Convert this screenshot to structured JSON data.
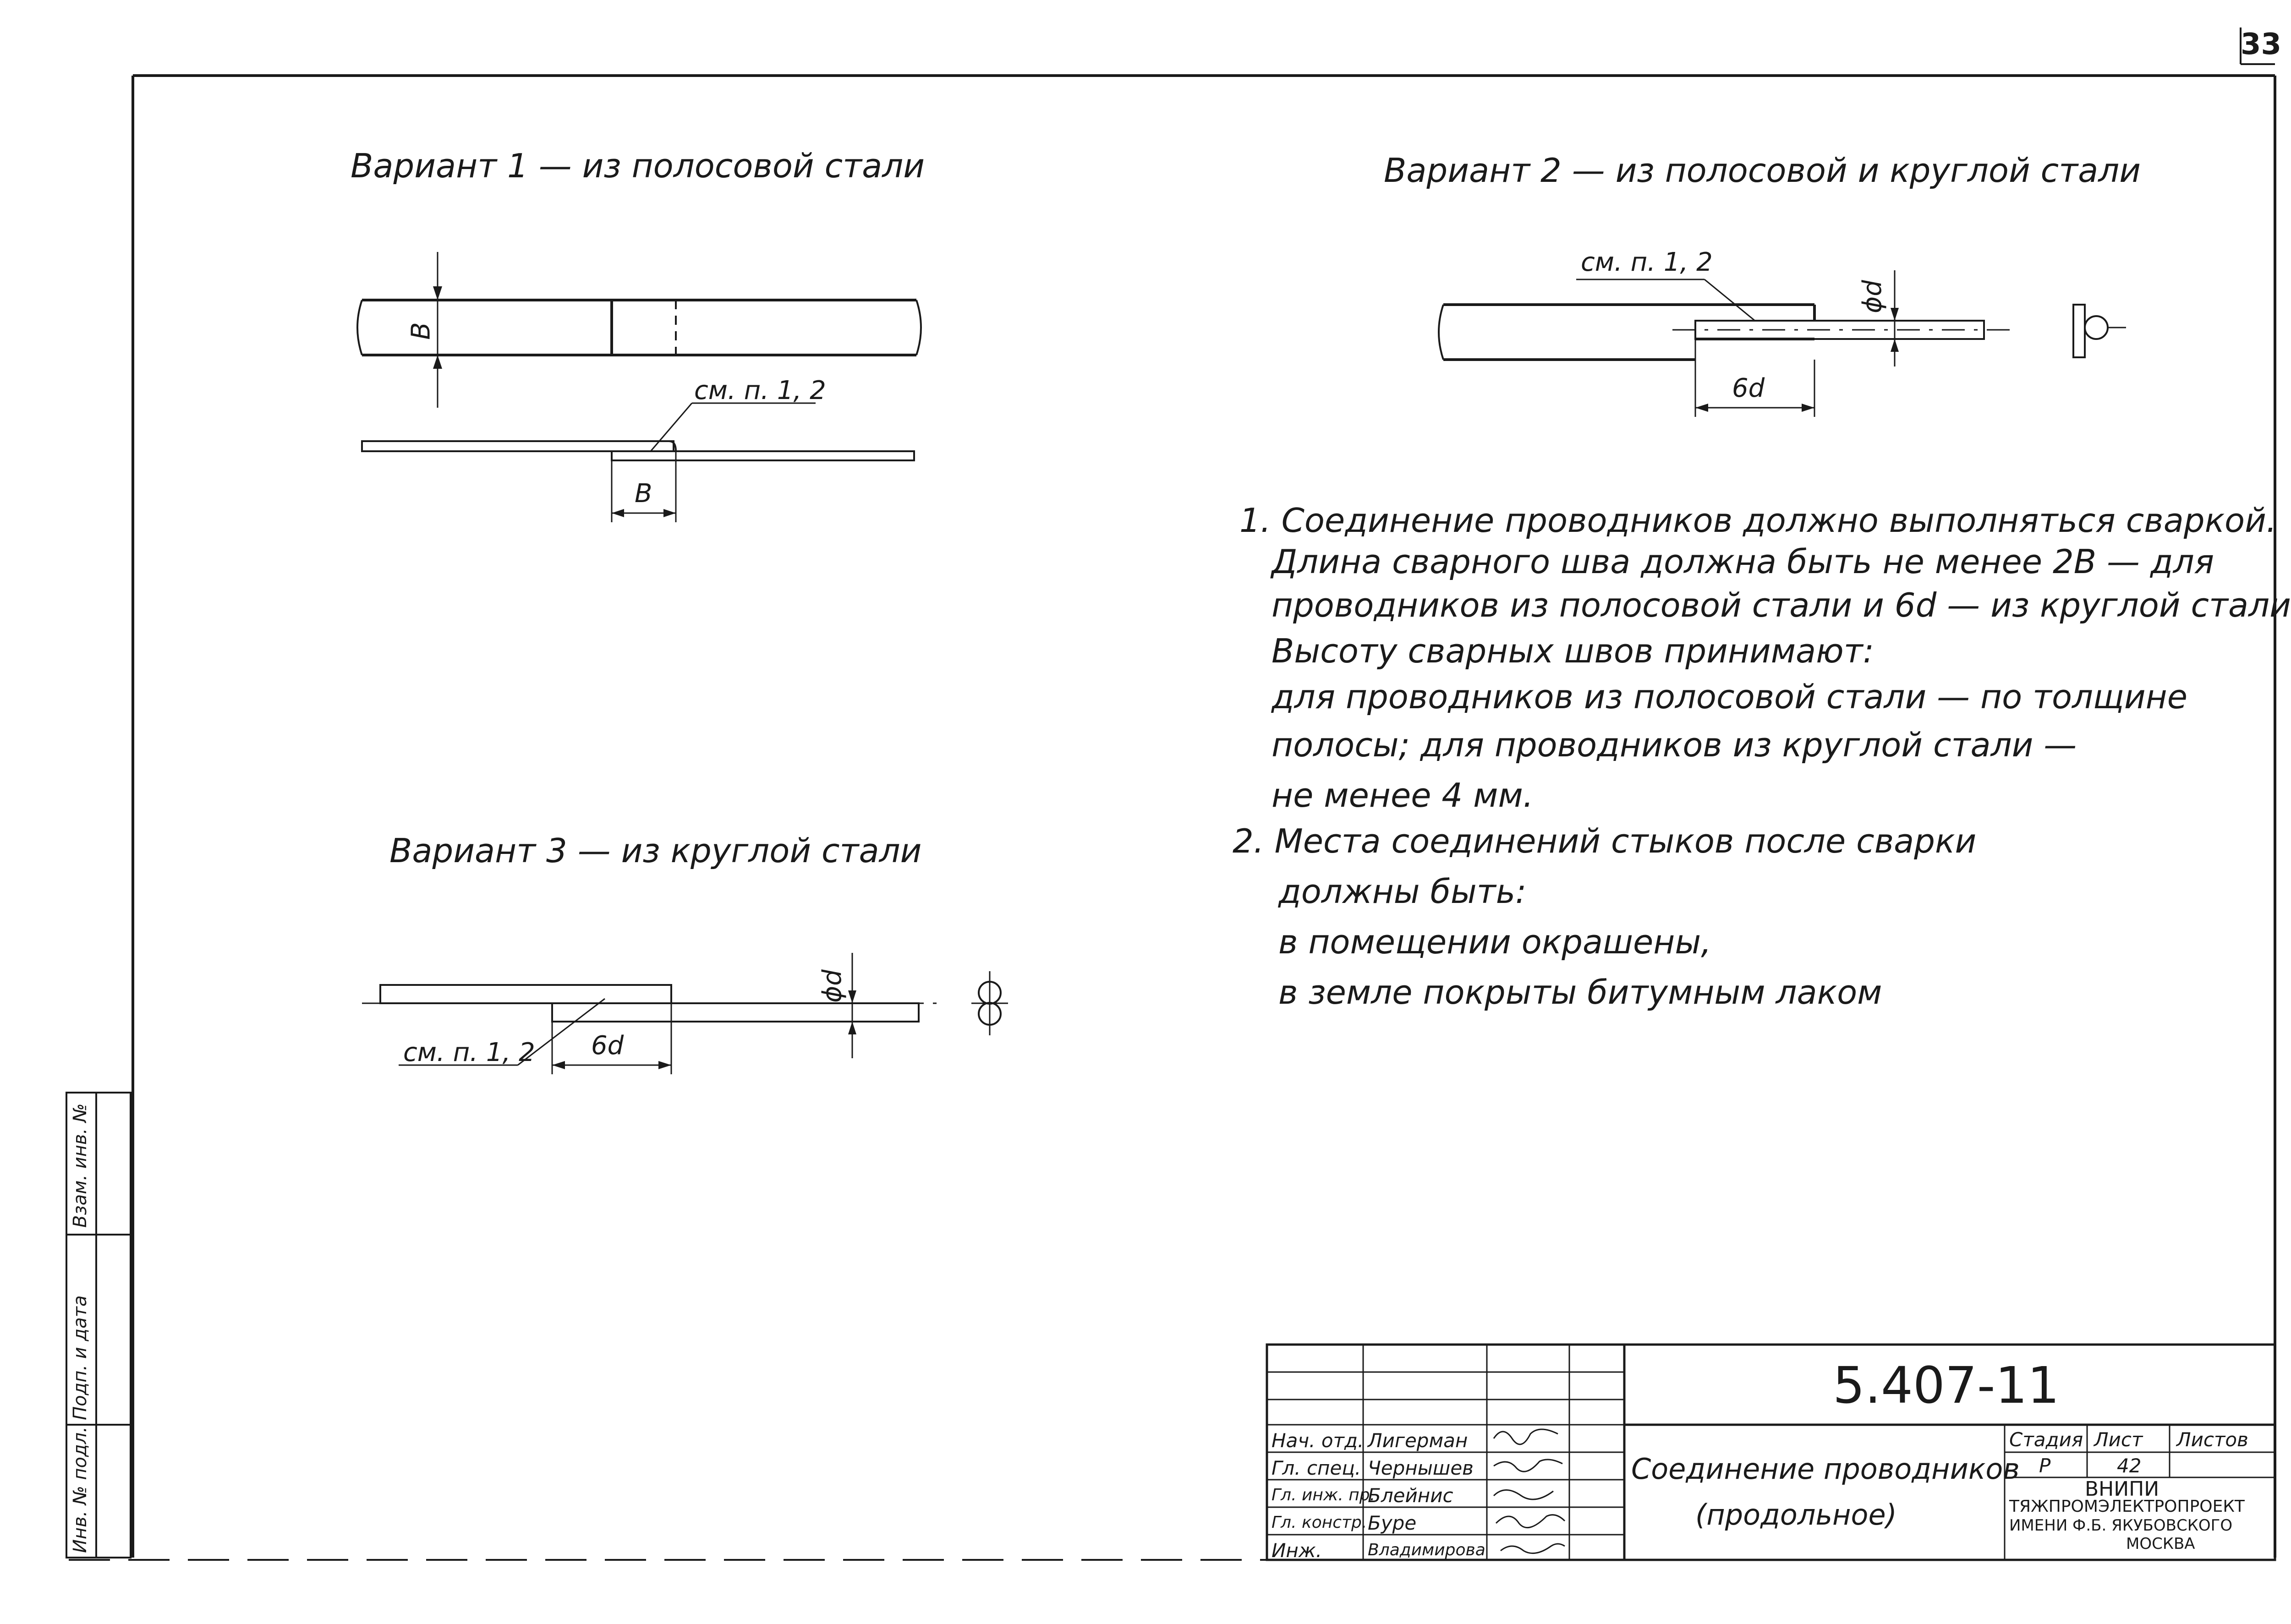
{
  "sheet_corner_number": "33",
  "variants": {
    "v1_title": "Вариант 1 — из полосовой стали",
    "v2_title": "Вариант 2 — из полосовой и круглой стали",
    "v3_title": "Вариант 3 — из круглой стали"
  },
  "dimension_labels": {
    "b_vertical": "В",
    "b_horizontal": "В",
    "ref_v1": "см. п. 1, 2",
    "ref_v2": "см. п. 1, 2",
    "ref_v3": "см. п. 1, 2",
    "d_v2": "ϕd",
    "d_v3": "ϕd",
    "six_d_v2": "6d",
    "six_d_v3": "6d"
  },
  "notes": [
    "1. Соединение проводников должно выполняться сваркой.",
    "Длина сварного шва должна быть не менее 2В — для",
    "проводников из полосовой стали и 6d — из круглой стали.",
    "Высоту сварных швов принимают:",
    "для проводников из полосовой стали — по толщине",
    "полосы; для проводников из круглой стали —",
    "не менее 4 мм.",
    "2. Места соединений стыков после сварки",
    "должны быть:",
    "в помещении окрашены,",
    "в земле покрыты битумным лаком"
  ],
  "sidebar": {
    "inv_podl": "Инв. № подл.",
    "podp_data": "Подп. и дата",
    "vzam_inv": "Взам. инв. №"
  },
  "title_block": {
    "doc_code": "5.407-11",
    "title_line1": "Соединение проводников",
    "title_line2": "(продольное)",
    "roles": [
      "Нач. отд.",
      "Гл. спец.",
      "Гл. инж. пр.",
      "Гл. констр.",
      "Инж."
    ],
    "names": [
      "Лигерман",
      "Чернышев",
      "Блейнис",
      "Буре",
      "Владимирова"
    ],
    "col_stage": "Стадия",
    "col_sheet": "Лист",
    "col_sheets": "Листов",
    "stage_value": "Р",
    "sheet_value": "42",
    "org_line1": "ВНИПИ",
    "org_line2": "ТЯЖПРОМЭЛЕКТРОПРОЕКТ",
    "org_line3": "ИМЕНИ Ф.Б. ЯКУБОВСКОГО",
    "org_line4": "МОСКВА"
  }
}
